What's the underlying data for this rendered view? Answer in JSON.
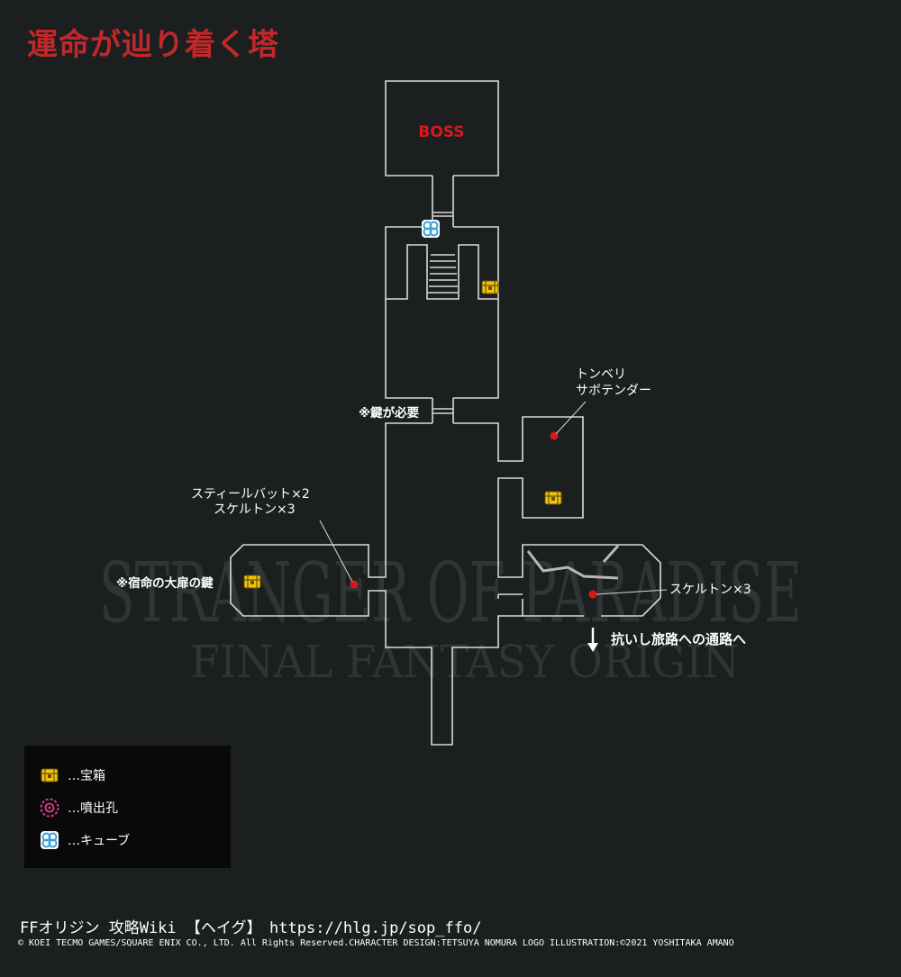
{
  "title": "運命が辿り着く塔",
  "colors": {
    "background": "#1b1f1f",
    "wall": "#d9d9d9",
    "title": "#c0282a",
    "enemy": "#d7191b",
    "chest": "#f1c40f",
    "cube": "#3aa0d8",
    "vent": "#d6408a"
  },
  "rooms": {
    "boss_label": "BOSS"
  },
  "labels": {
    "tonberry": [
      "トンベリ",
      "サボテンダー"
    ],
    "key_needed": "※鍵が必要",
    "stealbat": [
      "スティールバット×2",
      "スケルトン×3"
    ],
    "destiny_key": "※宿命の大扉の鍵",
    "skeleton_east": "スケルトン×3",
    "exit_path": "抗いし旅路への通路へ"
  },
  "legend": {
    "chest": "…宝箱",
    "vent": "…噴出孔",
    "cube": "…キューブ"
  },
  "footer": {
    "site": "FFオリジン 攻略Wiki 【ヘイグ】　https://hlg.jp/sop_ffo/",
    "copyright": "© KOEI TECMO GAMES/SQUARE ENIX CO., LTD. All Rights Reserved.CHARACTER DESIGN:TETSUYA NOMURA LOGO ILLUSTRATION:©2021 YOSHITAKA AMANO"
  },
  "watermark": {
    "logo_line1": "STRANGER OF PARADISE",
    "logo_line2": "FINAL FANTASY ORIGIN"
  }
}
